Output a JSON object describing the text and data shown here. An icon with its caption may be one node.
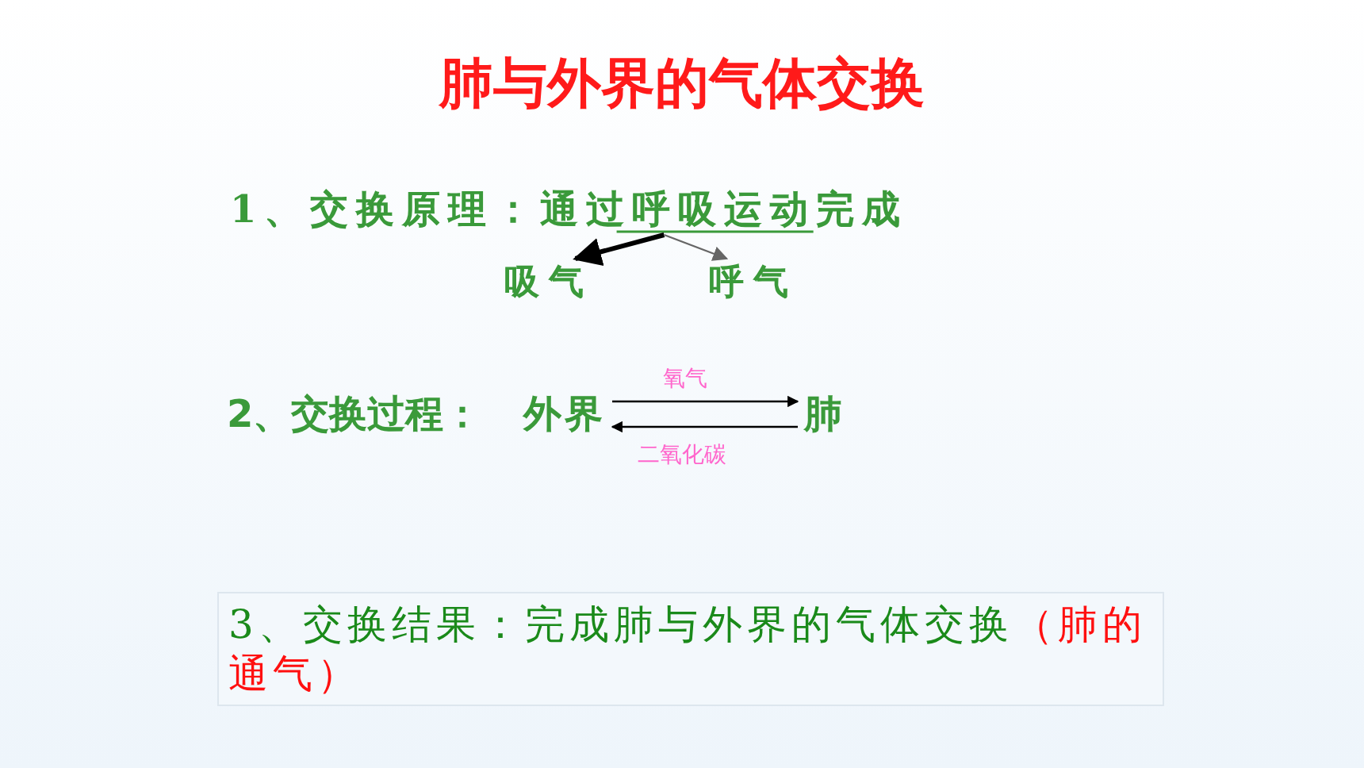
{
  "diagram": {
    "title": "肺与外界的气体交换",
    "nodes": [
      {
        "text": [
          "1、交换原理：通过呼吸运动完成"
        ]
      },
      {
        "text": [
          "吸气"
        ]
      },
      {
        "text": [
          "呼气"
        ]
      },
      {
        "text": [
          "外界"
        ]
      },
      {
        "text": [
          "肺"
        ]
      },
      {
        "text": [
          "3、交换结果：完成肺与外界的气体交换",
          "（肺的通气）"
        ]
      }
    ],
    "edges": [
      {
        "from": 0,
        "to": 1,
        "arrow": "to",
        "style": "thick"
      },
      {
        "from": 0,
        "to": 2,
        "arrow": "to",
        "color": "#666666"
      },
      {
        "from": 3,
        "to": 4,
        "arrow": "to",
        "label": "氧气"
      },
      {
        "from": 4,
        "to": 3,
        "arrow": "to",
        "label": "二氧化碳"
      }
    ],
    "labels": [
      "2、交换过程："
    ]
  }
}
